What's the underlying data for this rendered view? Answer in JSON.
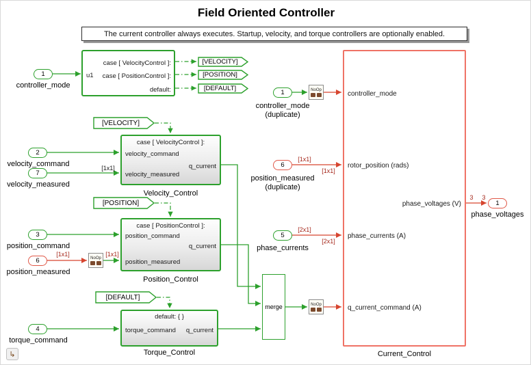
{
  "title": "Field Oriented Controller",
  "annotation": "The current controller always executes. Startup, velocity, and torque controllers are optionally enabled.",
  "colors": {
    "highlight_green": "#2ca02c",
    "highlight_red_line": "#d6452f",
    "block_border_red": "#ef7265",
    "port_red": "#e05747",
    "annotation_red": "#a5281b"
  },
  "switch_block": {
    "input_label": "u1",
    "cases": [
      "case [ VelocityControl ]:",
      "case [ PositionControl ]:",
      "default:"
    ]
  },
  "tags": {
    "goto": [
      "[VELOCITY]",
      "[POSITION]",
      "[DEFAULT]"
    ],
    "from": [
      "[VELOCITY]",
      "[POSITION]",
      "[DEFAULT]"
    ]
  },
  "subsystems": {
    "velocity": {
      "header": "case [ VelocityControl ]:",
      "inputs": [
        "velocity_command",
        "velocity_measured"
      ],
      "output": "q_current",
      "name": "Velocity_Control"
    },
    "position": {
      "header": "case [ PositionControl ]:",
      "inputs": [
        "position_command",
        "position_measured"
      ],
      "output": "q_current",
      "name": "Position_Control"
    },
    "torque": {
      "header": "default: { }",
      "inputs": [
        "torque_command"
      ],
      "output": "q_current",
      "name": "Torque_Control"
    },
    "current": {
      "name": "Current_Control",
      "inputs": [
        "controller_mode",
        "rotor_position (rads)",
        "phase_currents (A)",
        "q_current_command (A)"
      ],
      "output": "phase_voltages (V)"
    }
  },
  "merge_block": {
    "label": "merge"
  },
  "noop_block": {
    "label": "NoOp"
  },
  "inports": [
    {
      "num": "1",
      "label": "controller_mode"
    },
    {
      "num": "2",
      "label": "velocity_command"
    },
    {
      "num": "7",
      "label": "velocity_measured"
    },
    {
      "num": "3",
      "label": "position_command"
    },
    {
      "num": "6",
      "label": "position_measured"
    },
    {
      "num": "4",
      "label": "torque_command"
    },
    {
      "num": "1",
      "label": "controller_mode (duplicate)"
    },
    {
      "num": "6",
      "label": "position_measured (duplicate)"
    },
    {
      "num": "5",
      "label": "phase_currents"
    }
  ],
  "outports": [
    {
      "num": "1",
      "label": "phase_voltages"
    }
  ],
  "wire_labels": {
    "dim_1x1": "[1x1]",
    "dim_2x1": "[2x1]",
    "width_3": "3"
  }
}
